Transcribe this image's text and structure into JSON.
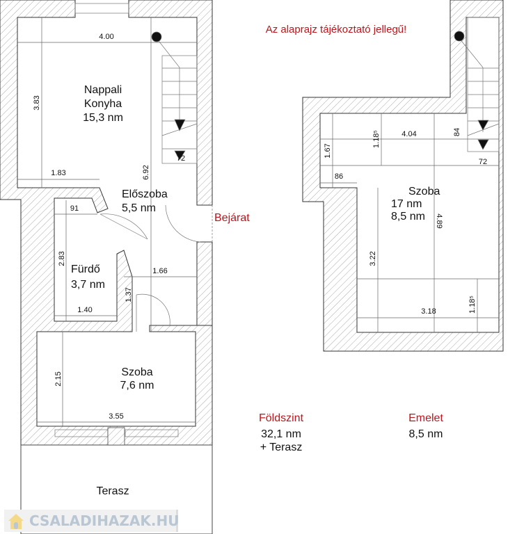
{
  "notice": "Az alaprajz tájékoztató jellegű!",
  "ground_floor": {
    "title": "Földszint",
    "area": "32,1 nm",
    "extra": "+ Terasz",
    "entrance": "Bejárat",
    "rooms": [
      {
        "name": "Nappali",
        "name2": "Konyha",
        "area": "15,3 nm"
      },
      {
        "name": "Előszoba",
        "area": "5,5 nm"
      },
      {
        "name": "Fürdő",
        "area": "3,7 nm"
      },
      {
        "name": "Szoba",
        "area": "7,6 nm"
      },
      {
        "name": "Terasz"
      }
    ],
    "dimensions": [
      "4.00",
      "3.83",
      "1.83",
      "6.92",
      "72",
      "91",
      "2.83",
      "1.66",
      "1.37",
      "1.40",
      "2.15",
      "3.55"
    ]
  },
  "upper_floor": {
    "title": "Emelet",
    "area": "8,5 nm",
    "room": {
      "name": "Szoba",
      "area1": "17 nm",
      "area2": "8,5 nm"
    },
    "dimensions": [
      "1.18⁵",
      "4.04",
      "84",
      "1.67",
      "86",
      "72",
      "4.89",
      "3.22",
      "3.18",
      "1.18⁵"
    ]
  },
  "watermark": "CSALADIHAZAK.HU",
  "colors": {
    "accent": "#c0141c",
    "wall": "#333333",
    "logo": "#b9c6d3"
  }
}
